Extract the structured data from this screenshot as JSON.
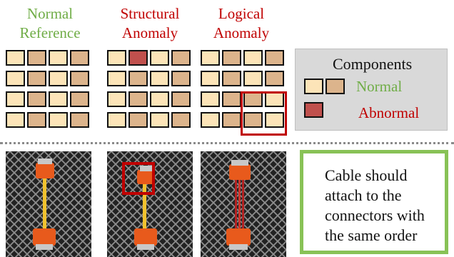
{
  "colors": {
    "normal_green": "#70ad47",
    "abnormal_red": "#c00000",
    "light_component": "#fce4b8",
    "dark_component": "#dcb48c",
    "abnormal_component": "#c0504d",
    "note_border": "#88c256"
  },
  "panels": {
    "normal": {
      "title_line1": "Normal",
      "title_line2": "Reference"
    },
    "structural": {
      "title_line1": "Structural",
      "title_line2": "Anomaly"
    },
    "logical": {
      "title_line1": "Logical",
      "title_line2": "Anomaly"
    }
  },
  "legend": {
    "title": "Components",
    "normal_label": "Normal",
    "abnormal_label": "Abnormal"
  },
  "grids": {
    "normal": [
      [
        "light",
        "dark",
        "light",
        "dark"
      ],
      [
        "light",
        "dark",
        "light",
        "dark"
      ],
      [
        "light",
        "dark",
        "light",
        "dark"
      ],
      [
        "light",
        "dark",
        "light",
        "dark"
      ]
    ],
    "structural": [
      [
        "light",
        "abnormal",
        "light",
        "dark"
      ],
      [
        "light",
        "dark",
        "light",
        "dark"
      ],
      [
        "light",
        "dark",
        "light",
        "dark"
      ],
      [
        "light",
        "dark",
        "light",
        "dark"
      ]
    ],
    "logical": [
      [
        "light",
        "dark",
        "light",
        "dark"
      ],
      [
        "light",
        "dark",
        "light",
        "dark"
      ],
      [
        "light",
        "dark",
        "dark",
        "light"
      ],
      [
        "light",
        "dark",
        "dark",
        "light"
      ]
    ]
  },
  "note": {
    "line1": "Cable should",
    "line2": "attach to the",
    "line3": "connectors with",
    "line4": "the same order"
  }
}
